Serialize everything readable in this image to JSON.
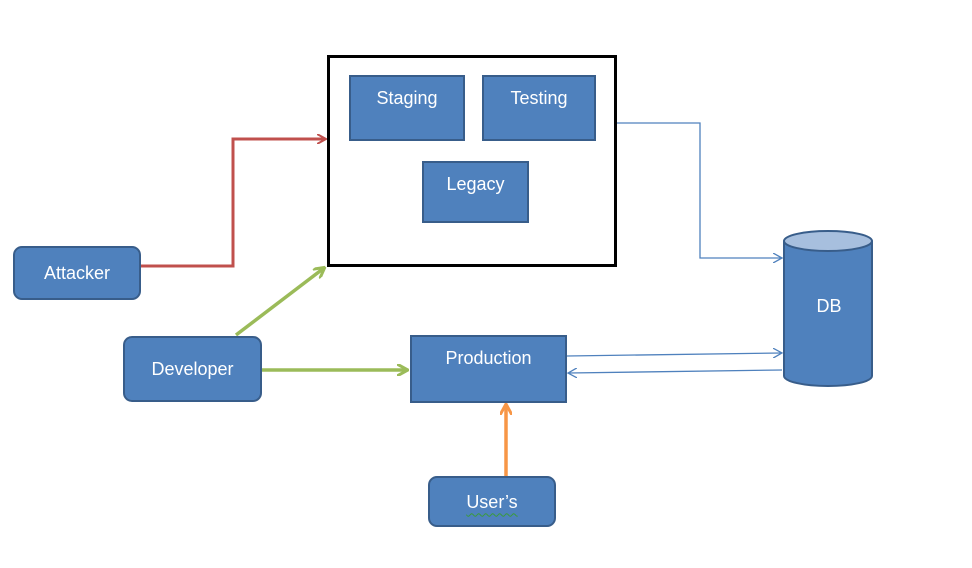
{
  "nodes": {
    "staging": "Staging",
    "testing": "Testing",
    "legacy": "Legacy",
    "attacker": "Attacker",
    "developer": "Developer",
    "production": "Production",
    "users": "User’s",
    "db": "DB"
  },
  "colors": {
    "node_fill": "#4f81bd",
    "node_border": "#385d8a",
    "attacker_arrow": "#c0504d",
    "developer_arrow": "#9bbb59",
    "users_arrow": "#f79646",
    "db_arrow": "#4f81bd"
  }
}
